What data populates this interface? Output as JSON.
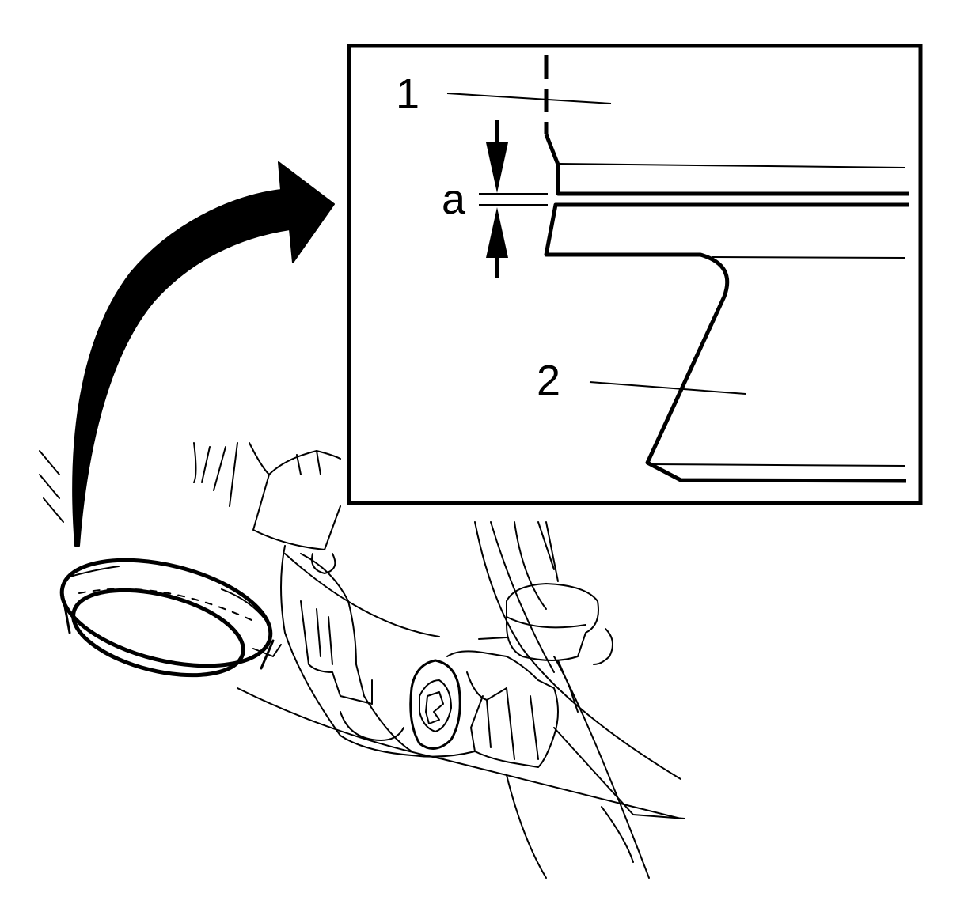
{
  "callouts": {
    "part_1": "1",
    "part_2": "2",
    "gap": "a"
  },
  "colors": {
    "ink": "#000000",
    "paper": "#ffffff"
  }
}
